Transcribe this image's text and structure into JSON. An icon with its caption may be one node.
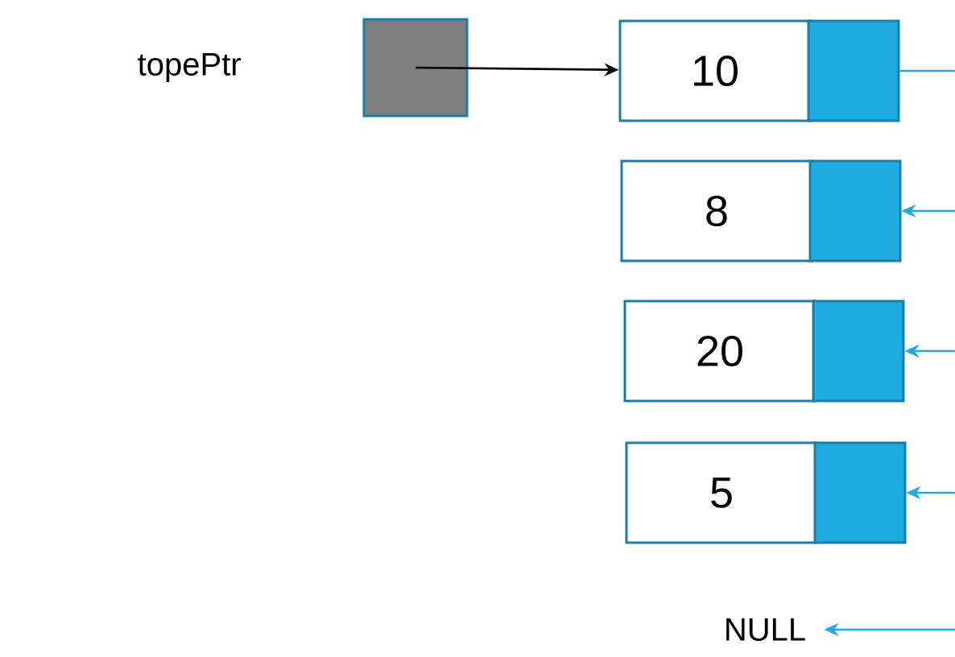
{
  "diagram": {
    "nodes": [
      {
        "text": [],
        "shape": "box",
        "beside": [
          "topePtr"
        ]
      },
      {
        "text": [
          "10"
        ]
      },
      {
        "text": [],
        "shape": "box"
      },
      {
        "text": [
          "8"
        ]
      },
      {
        "text": [],
        "shape": "box"
      },
      {
        "text": [
          "20"
        ]
      },
      {
        "text": [],
        "shape": "box"
      },
      {
        "text": [
          "5"
        ]
      },
      {
        "text": [],
        "shape": "box"
      },
      {
        "text": [
          "NULL"
        ]
      }
    ],
    "edges": [
      {
        "from": 0,
        "to": 1,
        "arrow": "to",
        "color": "#000000"
      },
      {
        "from": 2,
        "to": null,
        "arrow": "none"
      },
      {
        "from": null,
        "to": 4,
        "arrow": "to"
      },
      {
        "from": null,
        "to": 6,
        "arrow": "to"
      },
      {
        "from": null,
        "to": 8,
        "arrow": "to"
      },
      {
        "from": null,
        "to": 9,
        "arrow": "to"
      }
    ]
  }
}
